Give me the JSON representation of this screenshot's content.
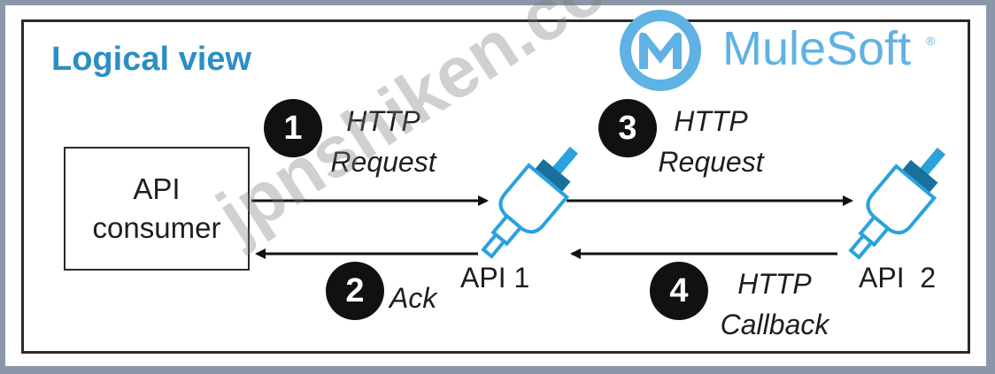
{
  "title": "Logical view",
  "brand": {
    "name": "MuleSoft",
    "registered": "®"
  },
  "consumer": {
    "line1": "API",
    "line2": "consumer"
  },
  "apis": {
    "api1": "API 1",
    "api2": "API  2"
  },
  "steps": [
    {
      "number": "1",
      "line1": "HTTP",
      "line2": "Request"
    },
    {
      "number": "2",
      "line1": "Ack",
      "line2": ""
    },
    {
      "number": "3",
      "line1": "HTTP",
      "line2": "Request"
    },
    {
      "number": "4",
      "line1": "HTTP",
      "line2": "Callback"
    }
  ],
  "watermark": "jpnshiken.com",
  "colors": {
    "title": "#2b8fc4",
    "brand": "#5fb2e3",
    "plug": "#2aa2dd"
  }
}
